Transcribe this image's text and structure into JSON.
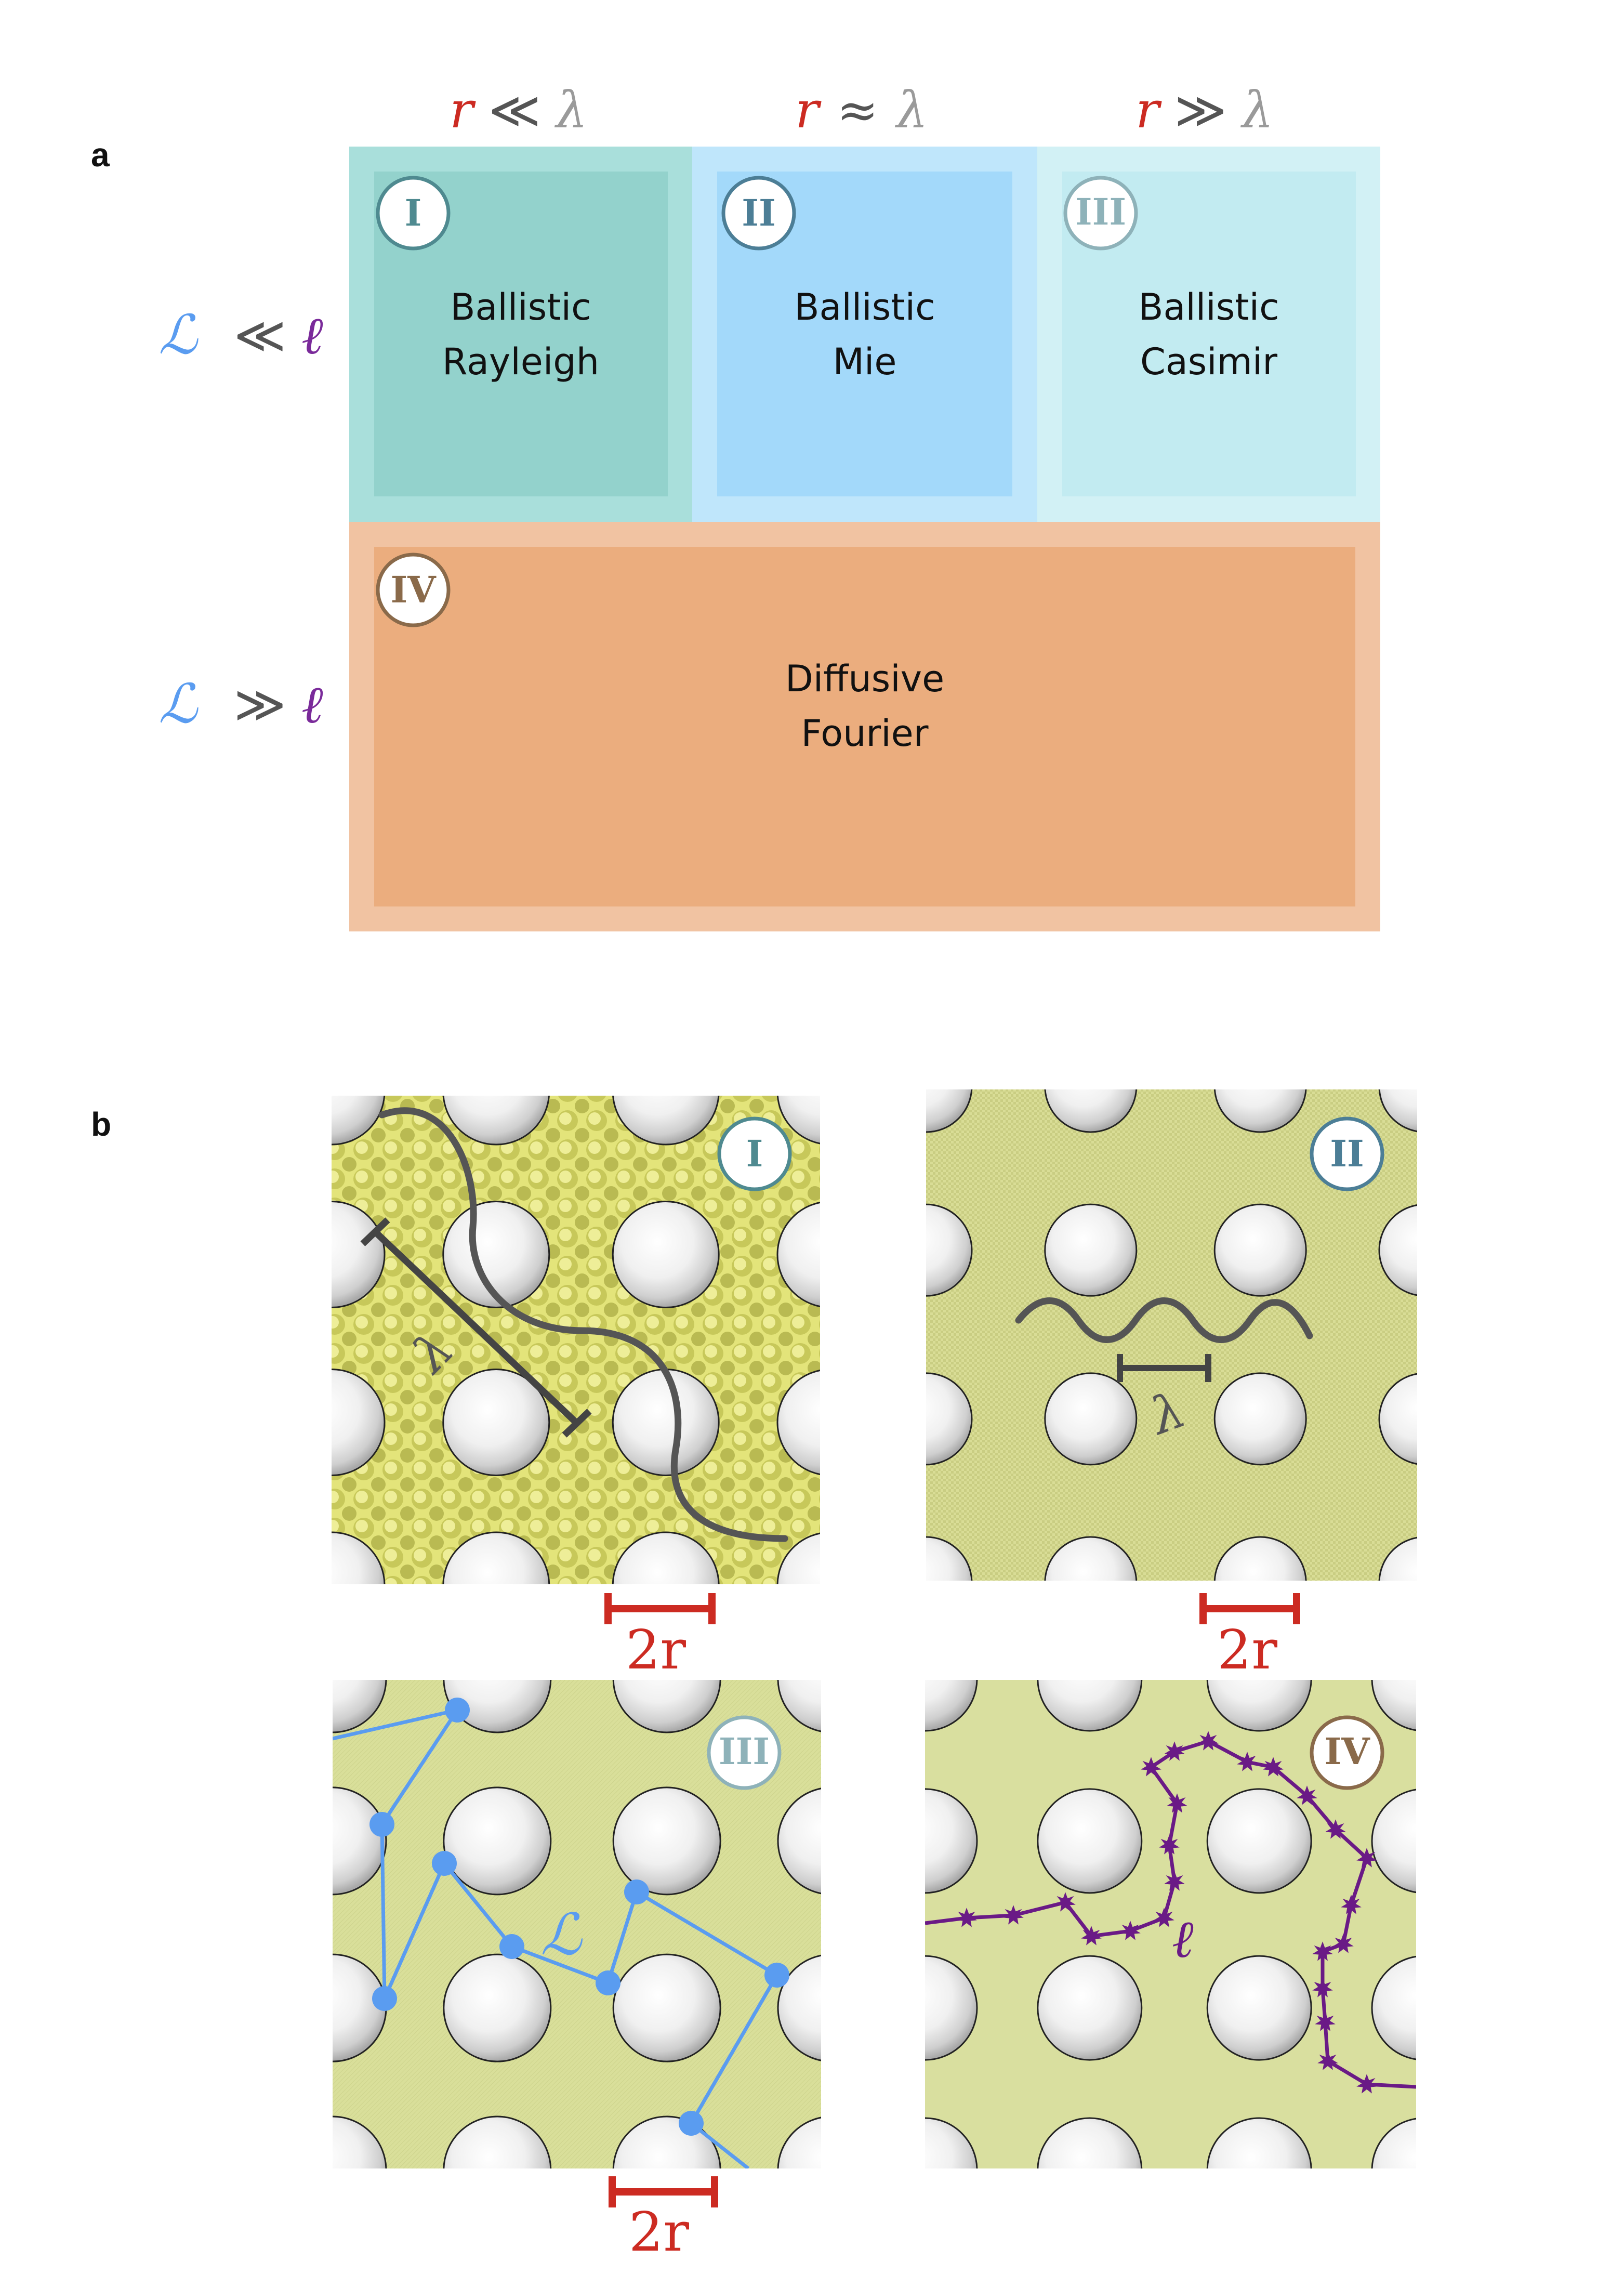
{
  "panel_a": {
    "letter": "a",
    "columns": [
      {
        "r": "r",
        "rel": "≪",
        "lambda": "λ"
      },
      {
        "r": "r",
        "rel": "≈",
        "lambda": "λ"
      },
      {
        "r": "r",
        "rel": "≫",
        "lambda": "λ"
      }
    ],
    "rows": [
      {
        "L": "ℒ",
        "rel": "≪",
        "ell": "ℓ"
      },
      {
        "L": "ℒ",
        "rel": "≫",
        "ell": "ℓ"
      }
    ],
    "regions": [
      {
        "numeral": "I",
        "line1": "Ballistic",
        "line2": "Rayleigh"
      },
      {
        "numeral": "II",
        "line1": "Ballistic",
        "line2": "Mie"
      },
      {
        "numeral": "III",
        "line1": "Ballistic",
        "line2": "Casimir"
      },
      {
        "numeral": "IV",
        "line1": "Diffusive",
        "line2": "Fourier"
      }
    ]
  },
  "panel_b": {
    "letter": "b",
    "tiles": [
      {
        "numeral": "I",
        "length_label": "λ"
      },
      {
        "numeral": "II",
        "length_label": "λ"
      },
      {
        "numeral": "III",
        "length_label": "ℒ"
      },
      {
        "numeral": "IV",
        "length_label": "ℓ"
      }
    ],
    "scale_bar_label": "2r"
  },
  "colors": {
    "region_I": "#9bd8d3",
    "region_II": "#a8dcf9",
    "region_III": "#c7eef2",
    "region_IV": "#edae7e",
    "lambda_gray": "#9a9a9a",
    "r_red": "#cc2b22",
    "L_blue": "#5a9cf0",
    "ell_purple": "#7a2a9a",
    "tile_yellow": "#d9dfa0",
    "tile_I_yellow": "#d6da6a",
    "path_blue": "#5a9cf0",
    "path_purple": "#6a1a86",
    "wave_gray": "#555555"
  }
}
